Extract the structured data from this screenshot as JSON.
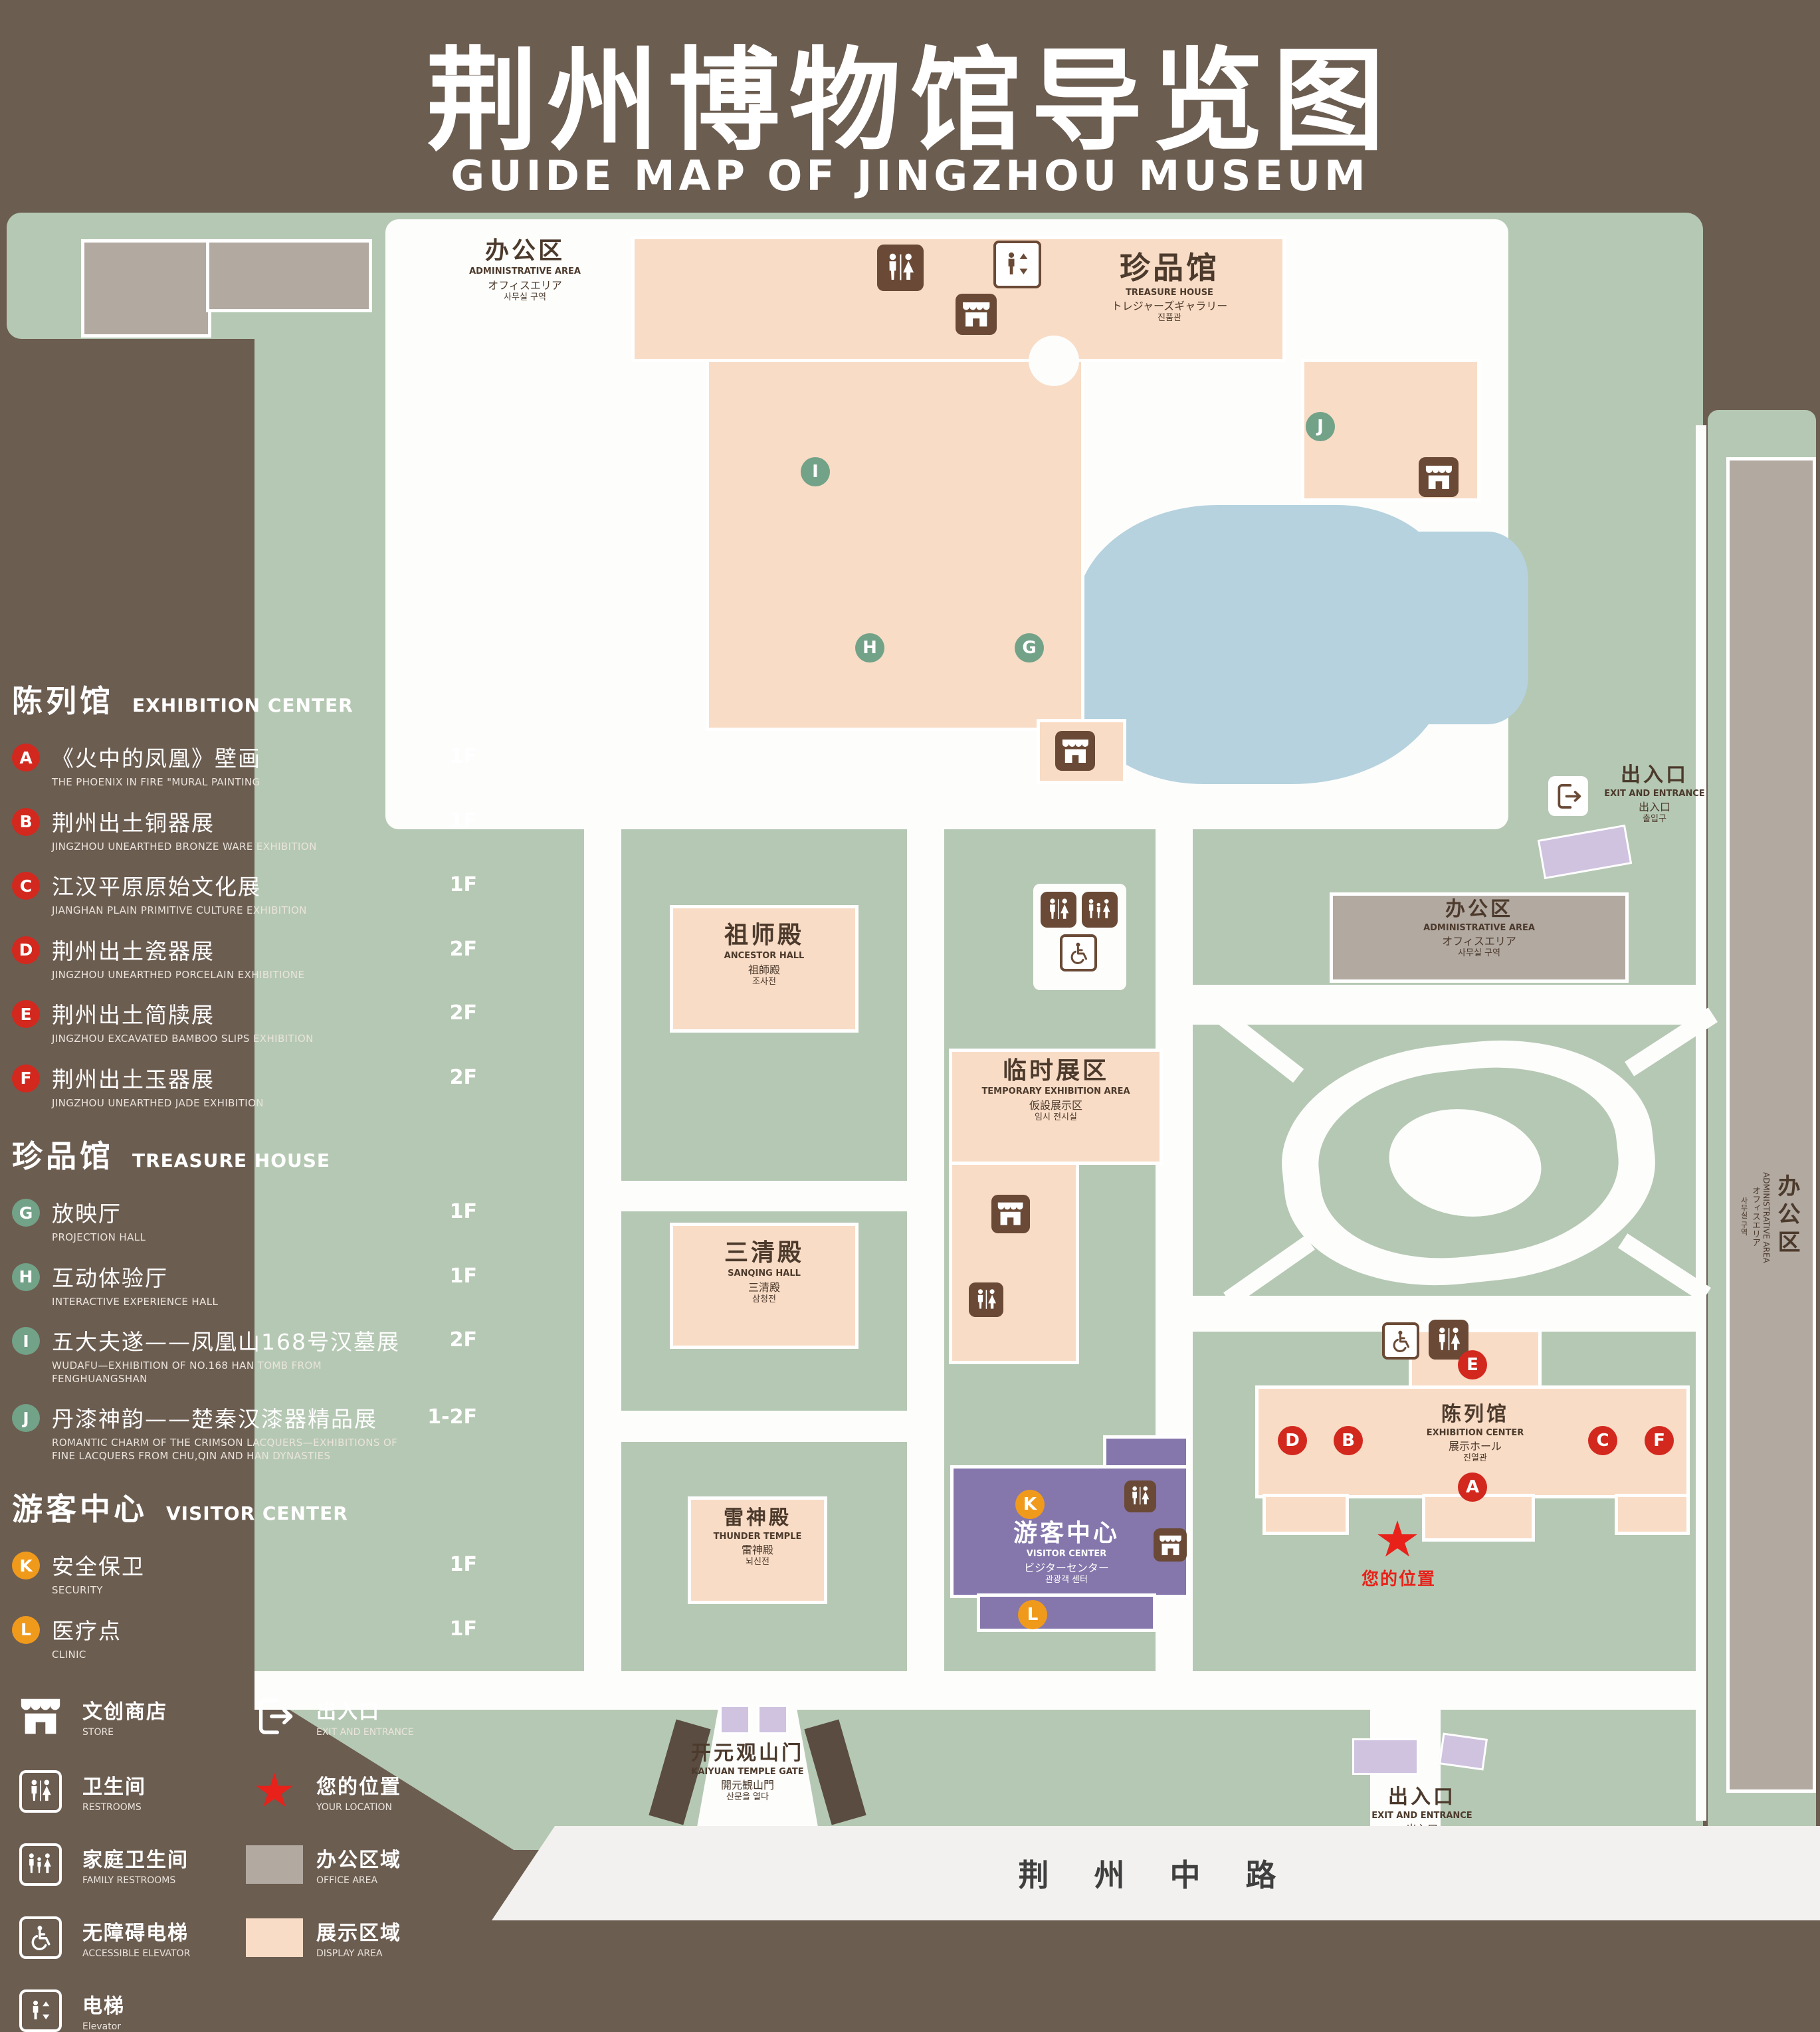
{
  "title": {
    "zh": "荆州博物馆导览图",
    "en": "GUIDE MAP OF JINGZHOU MUSEUM"
  },
  "colors": {
    "background": "#6c5d51",
    "green_area": "#b5c8b3",
    "display_area": "#f8dcc6",
    "office_area": "#b2a9a1",
    "water": "#b5d2de",
    "visitor_center": "#8577ac",
    "entrance": "#cfc3e0",
    "marker_red": "#d2281e",
    "marker_green": "#72a287",
    "marker_orange": "#f09a1c",
    "icon_brown": "#6a4a36",
    "your_location_red": "#e8211a"
  },
  "sidebar": {
    "sections": [
      {
        "zh": "陈列馆",
        "en": "EXHIBITION CENTER",
        "items": [
          {
            "letter": "A",
            "zh": "《火中的凤凰》壁画",
            "en": "THE PHOENIX IN FIRE \"MURAL PAINTING",
            "floor": "1F"
          },
          {
            "letter": "B",
            "zh": "荆州出土铜器展",
            "en": "JINGZHOU UNEARTHED BRONZE WARE EXHIBITION",
            "floor": "1F"
          },
          {
            "letter": "C",
            "zh": "江汉平原原始文化展",
            "en": "JIANGHAN PLAIN PRIMITIVE CULTURE EXHIBITION",
            "floor": "1F"
          },
          {
            "letter": "D",
            "zh": "荆州出土瓷器展",
            "en": "JINGZHOU UNEARTHED PORCELAIN EXHIBITIONE",
            "floor": "2F"
          },
          {
            "letter": "E",
            "zh": "荆州出土简牍展",
            "en": "JINGZHOU EXCAVATED BAMBOO SLIPS EXHIBITION",
            "floor": "2F"
          },
          {
            "letter": "F",
            "zh": "荆州出土玉器展",
            "en": "JINGZHOU UNEARTHED JADE EXHIBITION",
            "floor": "2F"
          }
        ]
      },
      {
        "zh": "珍品馆",
        "en": "TREASURE HOUSE",
        "items": [
          {
            "letter": "G",
            "zh": "放映厅",
            "en": "PROJECTION HALL",
            "floor": "1F"
          },
          {
            "letter": "H",
            "zh": "互动体验厅",
            "en": "INTERACTIVE EXPERIENCE HALL",
            "floor": "1F"
          },
          {
            "letter": "I",
            "zh": "五大夫遂——凤凰山168号汉墓展",
            "en": "WUDAFU—EXHIBITION OF NO.168 HAN TOMB FROM FENGHUANGSHAN",
            "floor": "2F"
          },
          {
            "letter": "J",
            "zh": "丹漆神韵——楚秦汉漆器精品展",
            "en": "ROMANTIC CHARM OF THE CRIMSON LACQUERS—EXHIBITIONS OF FINE LACQUERS FROM CHU,QIN AND HAN DYNASTIES",
            "floor": "1-2F"
          }
        ]
      },
      {
        "zh": "游客中心",
        "en": "VISITOR CENTER",
        "items": [
          {
            "letter": "K",
            "zh": "安全保卫",
            "en": "SECURITY",
            "floor": "1F"
          },
          {
            "letter": "L",
            "zh": "医疗点",
            "en": "CLINIC",
            "floor": "1F"
          }
        ]
      }
    ],
    "legend": [
      {
        "icon": "store-icon",
        "zh": "文创商店",
        "en": "STORE"
      },
      {
        "icon": "exit-icon",
        "zh": "出入口",
        "en": "EXIT AND ENTRANCE"
      },
      {
        "icon": "restroom-icon",
        "zh": "卫生间",
        "en": "RESTROOMS"
      },
      {
        "icon": "your-location-icon",
        "zh": "您的位置",
        "en": "YOUR LOCATION"
      },
      {
        "icon": "family-restroom-icon",
        "zh": "家庭卫生间",
        "en": "FAMILY RESTROOMS"
      },
      {
        "icon": "office-area-swatch",
        "zh": "办公区域",
        "en": "OFFICE AREA"
      },
      {
        "icon": "accessible-elevator-icon",
        "zh": "无障碍电梯",
        "en": "ACCESSIBLE ELEVATOR"
      },
      {
        "icon": "display-area-swatch",
        "zh": "展示区域",
        "en": "DISPLAY AREA"
      },
      {
        "icon": "elevator-icon",
        "zh": "电梯",
        "en": "Elevator"
      }
    ]
  },
  "map": {
    "admin_top": {
      "zh": "办公区",
      "en": "ADMINISTRATIVE AREA",
      "ja": "オフィスエリア",
      "ko": "사무실 구역"
    },
    "admin_mid": {
      "zh": "办公区",
      "en": "ADMINISTRATIVE AREA",
      "ja": "オフィスエリア",
      "ko": "사무실 구역"
    },
    "admin_right": {
      "zh": "办公区",
      "en": "ADMINISTRATIVE AREA",
      "ja": "オフィスエリア",
      "ko": "사무실 구역"
    },
    "treasure_house": {
      "zh": "珍品馆",
      "en": "TREASURE HOUSE",
      "ja": "トレジャーズギャラリー",
      "ko": "진품관"
    },
    "ancestor_hall": {
      "zh": "祖师殿",
      "en": "ANCESTOR HALL",
      "ja": "祖師殿",
      "ko": "조사전"
    },
    "temporary_exhibition": {
      "zh": "临时展区",
      "en": "TEMPORARY EXHIBITION AREA",
      "ja": "仮設展示区",
      "ko": "임시 전시실"
    },
    "sanqing_hall": {
      "zh": "三清殿",
      "en": "SANQING HALL",
      "ja": "三清殿",
      "ko": "삼청전"
    },
    "thunder_temple": {
      "zh": "雷神殿",
      "en": "THUNDER TEMPLE",
      "ja": "雷神殿",
      "ko": "뇌신전"
    },
    "visitor_center": {
      "zh": "游客中心",
      "en": "VISITOR CENTER",
      "ja": "ビジターセンター",
      "ko": "관광객 센터"
    },
    "exhibition_center": {
      "zh": "陈列馆",
      "en": "EXHIBITION CENTER",
      "ja": "展示ホール",
      "ko": "진열관"
    },
    "exit_right": {
      "zh": "出入口",
      "en": "EXIT AND ENTRANCE",
      "ja": "出入口",
      "ko": "출입구"
    },
    "exit_bottom": {
      "zh": "出入口",
      "en": "EXIT AND ENTRANCE",
      "ja": "出入口",
      "ko": "출입구"
    },
    "gate": {
      "zh": "开元观山门",
      "en": "KAIYUAN TEMPLE GATE",
      "ja": "開元観山門",
      "ko": "산문을 열다"
    },
    "road": {
      "zh": "荆 州 中 路"
    },
    "your_location": {
      "zh": "您的位置"
    },
    "markers": {
      "a": "A",
      "b": "B",
      "c": "C",
      "d": "D",
      "e": "E",
      "f": "F",
      "g": "G",
      "h": "H",
      "i": "I",
      "j": "J",
      "k": "K",
      "l": "L"
    }
  }
}
